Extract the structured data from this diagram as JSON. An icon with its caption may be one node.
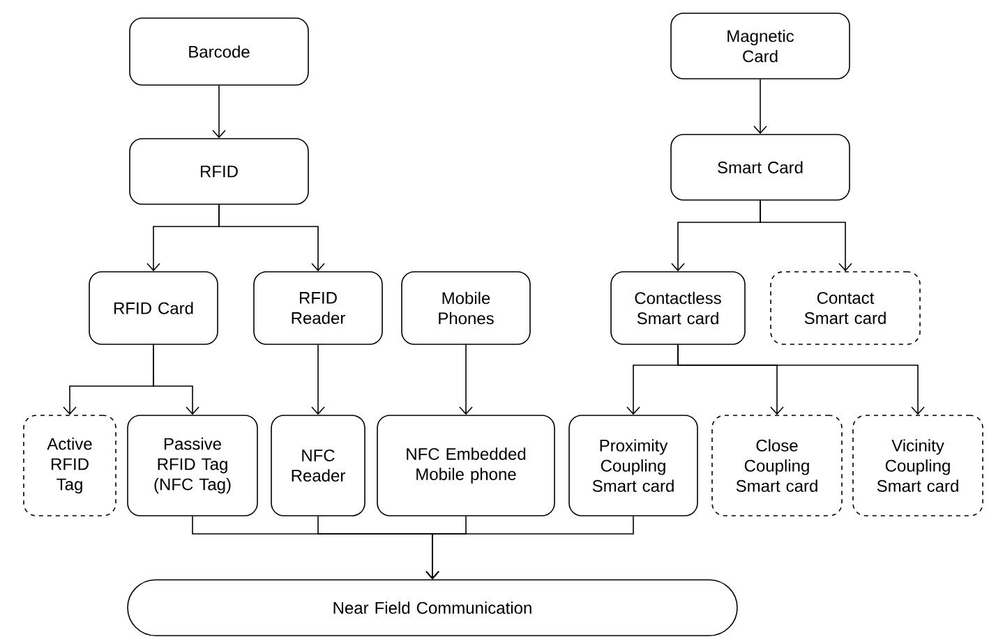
{
  "diagram": {
    "nodes": [
      {
        "text": [
          "Barcode"
        ]
      },
      {
        "text": [
          "Magnetic Card"
        ]
      },
      {
        "text": [
          "RFID"
        ]
      },
      {
        "text": [
          "Smart Card"
        ]
      },
      {
        "text": [
          "RFID Card"
        ]
      },
      {
        "text": [
          "RFID Reader"
        ]
      },
      {
        "text": [
          "Mobile Phones"
        ]
      },
      {
        "text": [
          "Contactless Smart card"
        ]
      },
      {
        "text": [
          "Contact Smart card"
        ]
      },
      {
        "text": [
          "Active RFID Tag"
        ]
      },
      {
        "text": [
          "Passive RFID Tag (NFC Tag)"
        ]
      },
      {
        "text": [
          "NFC Reader"
        ]
      },
      {
        "text": [
          "NFC Embedded Mobile phone"
        ]
      },
      {
        "text": [
          "Proximity Coupling Smart card"
        ]
      },
      {
        "text": [
          "Close Coupling Smart card"
        ]
      },
      {
        "text": [
          "Vicinity Coupling Smart card"
        ]
      },
      {
        "text": [
          "Near Field Communication"
        ]
      }
    ],
    "edges": [
      {
        "from": 0,
        "to": 2,
        "arrow": "to"
      },
      {
        "from": 1,
        "to": 3,
        "arrow": "to"
      },
      {
        "from": 2,
        "to": 4,
        "arrow": "to"
      },
      {
        "from": 2,
        "to": 5,
        "arrow": "to"
      },
      {
        "from": 3,
        "to": 7,
        "arrow": "to"
      },
      {
        "from": 3,
        "to": 8,
        "arrow": "to"
      },
      {
        "from": 4,
        "to": 9,
        "arrow": "to"
      },
      {
        "from": 4,
        "to": 10,
        "arrow": "to"
      },
      {
        "from": 5,
        "to": 11,
        "arrow": "to"
      },
      {
        "from": 6,
        "to": 12,
        "arrow": "to"
      },
      {
        "from": 7,
        "to": 13,
        "arrow": "to"
      },
      {
        "from": 7,
        "to": 14,
        "arrow": "to"
      },
      {
        "from": 7,
        "to": 15,
        "arrow": "to"
      },
      {
        "from": 10,
        "to": 16,
        "arrow": "to"
      },
      {
        "from": 11,
        "to": 16,
        "arrow": "to"
      },
      {
        "from": 12,
        "to": 16,
        "arrow": "to"
      },
      {
        "from": 13,
        "to": 16,
        "arrow": "to"
      }
    ]
  }
}
